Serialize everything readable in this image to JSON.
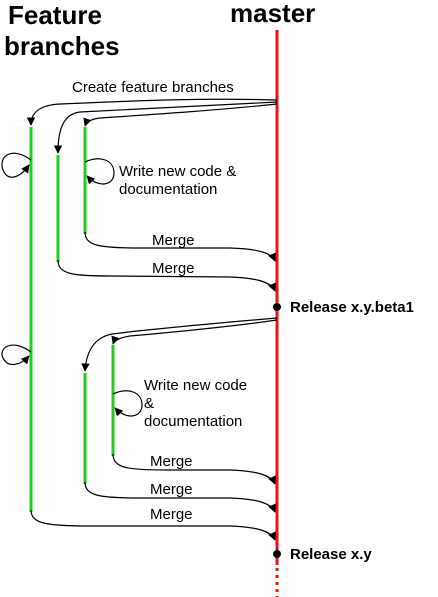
{
  "headers": {
    "feature_line1": "Feature",
    "feature_line2": "branches",
    "master": "master"
  },
  "labels": {
    "create_feature_branches": "Create feature branches",
    "write_new_code_1_line1": "Write new code &",
    "write_new_code_1_line2": "documentation",
    "write_new_code_2_line1": "Write new code",
    "write_new_code_2_line2": "&",
    "write_new_code_2_line3": "documentation",
    "merge": "Merge"
  },
  "releases": {
    "beta": "Release x.y.beta1",
    "final": "Release x.y"
  },
  "colors": {
    "master": "#ee1111",
    "branch": "#22cc22",
    "arrow": "#000000"
  }
}
